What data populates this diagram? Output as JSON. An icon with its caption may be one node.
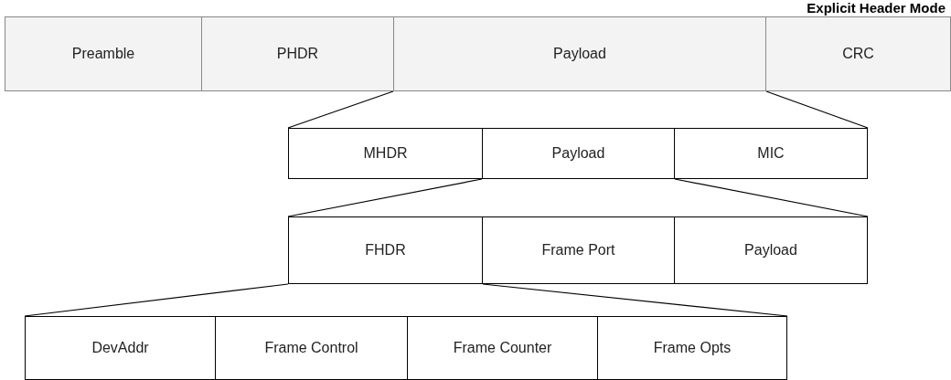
{
  "diagram": {
    "title": "Explicit Header Mode",
    "nodes": [
      {
        "text": [
          "Preamble"
        ]
      },
      {
        "text": [
          "PHDR"
        ]
      },
      {
        "text": [
          "Payload"
        ]
      },
      {
        "text": [
          "CRC"
        ]
      },
      {
        "text": [
          "MHDR"
        ]
      },
      {
        "text": [
          "Payload"
        ]
      },
      {
        "text": [
          "MIC"
        ]
      },
      {
        "text": [
          "FHDR"
        ]
      },
      {
        "text": [
          "Frame Port"
        ]
      },
      {
        "text": [
          "Payload"
        ]
      },
      {
        "text": [
          "DevAddr"
        ]
      },
      {
        "text": [
          "Frame Control"
        ]
      },
      {
        "text": [
          "Frame Counter"
        ]
      },
      {
        "text": [
          "Frame Opts"
        ]
      }
    ],
    "edges": [
      {
        "from": 2,
        "to": 4,
        "arrow": "none"
      },
      {
        "from": 2,
        "to": 6,
        "arrow": "none"
      },
      {
        "from": 5,
        "to": 7,
        "arrow": "none"
      },
      {
        "from": 5,
        "to": 9,
        "arrow": "none"
      },
      {
        "from": 7,
        "to": 10,
        "arrow": "none"
      },
      {
        "from": 7,
        "to": 13,
        "arrow": "none"
      }
    ]
  }
}
